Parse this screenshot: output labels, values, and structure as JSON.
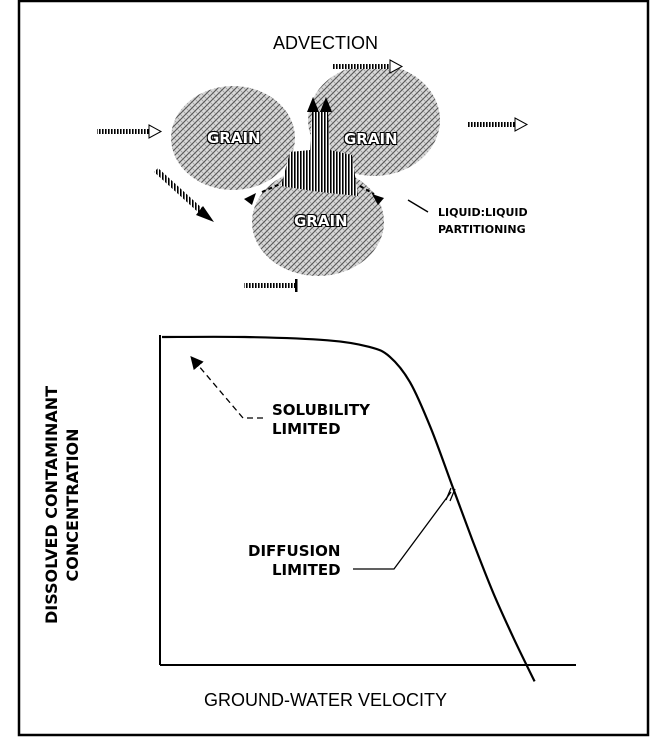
{
  "diagram": {
    "title": "ADVECTION",
    "grains": [
      "GRAIN",
      "GRAIN",
      "GRAIN"
    ],
    "partition_label": [
      "LIQUID:LIQUID",
      "PARTITIONING"
    ]
  },
  "chart_data": {
    "type": "line",
    "xlabel": "GROUND-WATER VELOCITY",
    "ylabel": [
      "DISSOLVED CONTAMINANT",
      "CONCENTRATION"
    ],
    "x": [
      0,
      0.2,
      0.4,
      0.5,
      0.55,
      0.6,
      0.65,
      0.7,
      0.75,
      0.8,
      0.85,
      0.9
    ],
    "y": [
      1.0,
      1.0,
      0.99,
      0.97,
      0.94,
      0.86,
      0.72,
      0.55,
      0.38,
      0.22,
      0.08,
      -0.05
    ],
    "annotations": [
      [
        "SOLUBILITY",
        "LIMITED"
      ],
      [
        "DIFFUSION",
        "LIMITED"
      ]
    ],
    "xticks": false,
    "yticks": false
  }
}
